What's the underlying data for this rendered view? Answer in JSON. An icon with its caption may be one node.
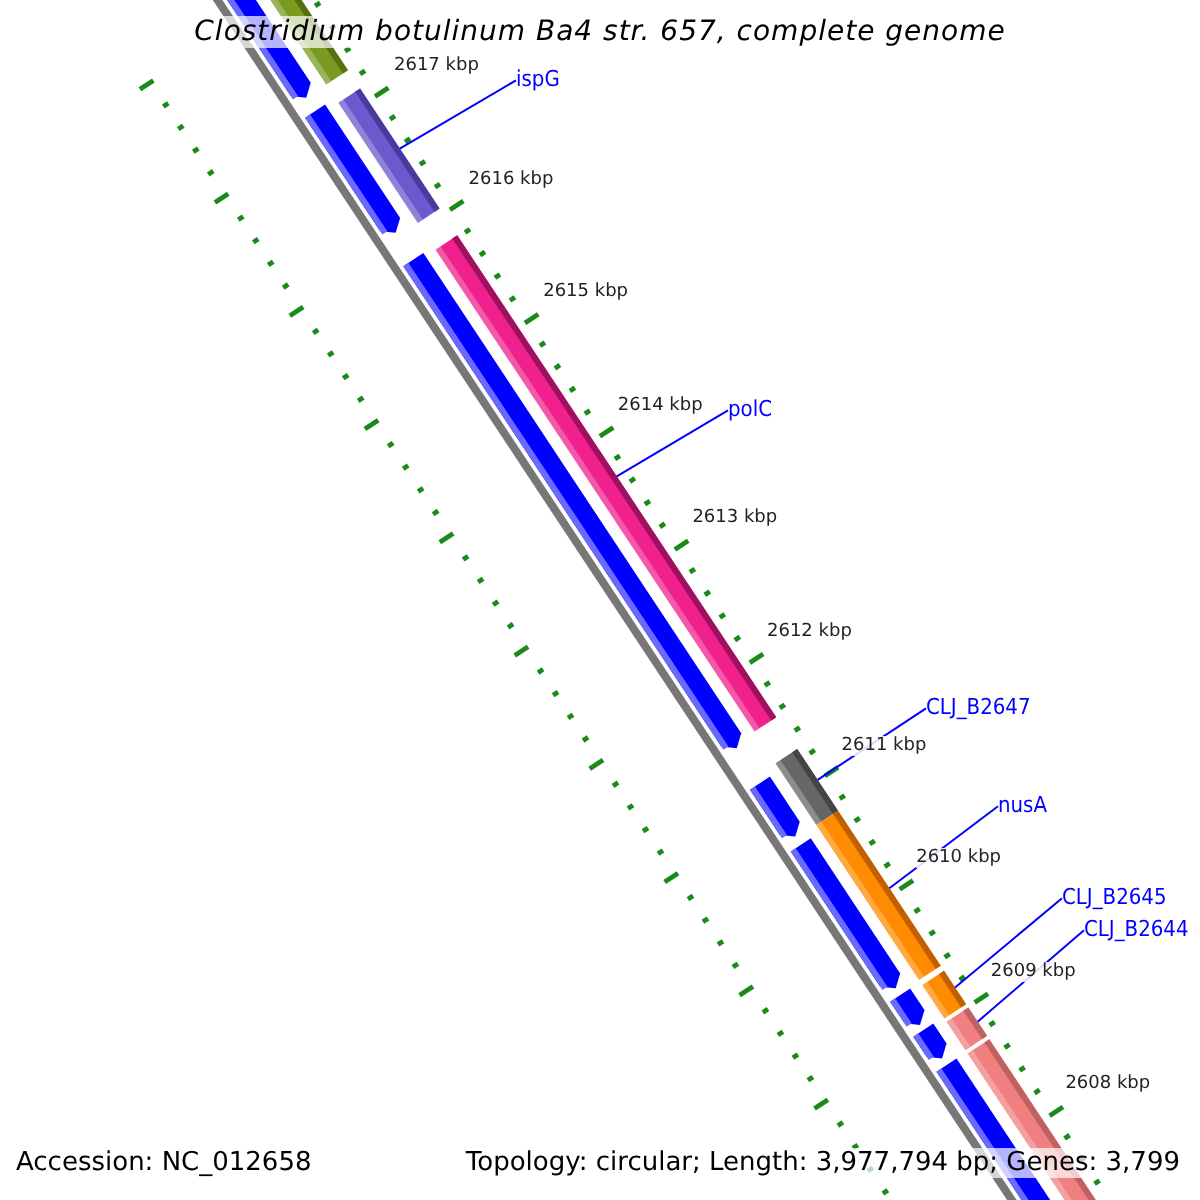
{
  "diagram": {
    "title": "Clostridium botulinum Ba4 str. 657, complete genome",
    "nodes": [
      {
        "text": [
          "ispG"
        ]
      },
      {
        "text": [],
        "shape": "bar"
      },
      {
        "text": [
          "polC"
        ]
      },
      {
        "text": [],
        "shape": "bar"
      },
      {
        "text": [
          "CLJ_B2647"
        ]
      },
      {
        "text": [],
        "shape": "bar"
      },
      {
        "text": [
          "nusA"
        ]
      },
      {
        "text": [],
        "shape": "bar"
      },
      {
        "text": [
          "CLJ_B2645"
        ]
      },
      {
        "text": [],
        "shape": "bar"
      },
      {
        "text": [
          "CLJ_B2644"
        ]
      },
      {
        "text": [],
        "shape": "bar"
      }
    ],
    "edges": [
      {
        "from": 0,
        "to": 1,
        "arrow": "none"
      },
      {
        "from": 2,
        "to": 3,
        "arrow": "none"
      },
      {
        "from": 4,
        "to": 5,
        "arrow": "none"
      },
      {
        "from": 6,
        "to": 7,
        "arrow": "none"
      },
      {
        "from": 8,
        "to": 9,
        "arrow": "none"
      },
      {
        "from": 10,
        "to": 11,
        "arrow": "none"
      }
    ],
    "labels": [
      "2617 kbp",
      "2616 kbp",
      "2615 kbp",
      "2614 kbp",
      "2613 kbp",
      "2612 kbp",
      "2611 kbp",
      "2610 kbp",
      "2609 kbp",
      "2608 kbp",
      "Accession: NC_012658",
      "Topology: circular; Length: 3,977,794 bp; Genes: 3,799"
    ]
  }
}
